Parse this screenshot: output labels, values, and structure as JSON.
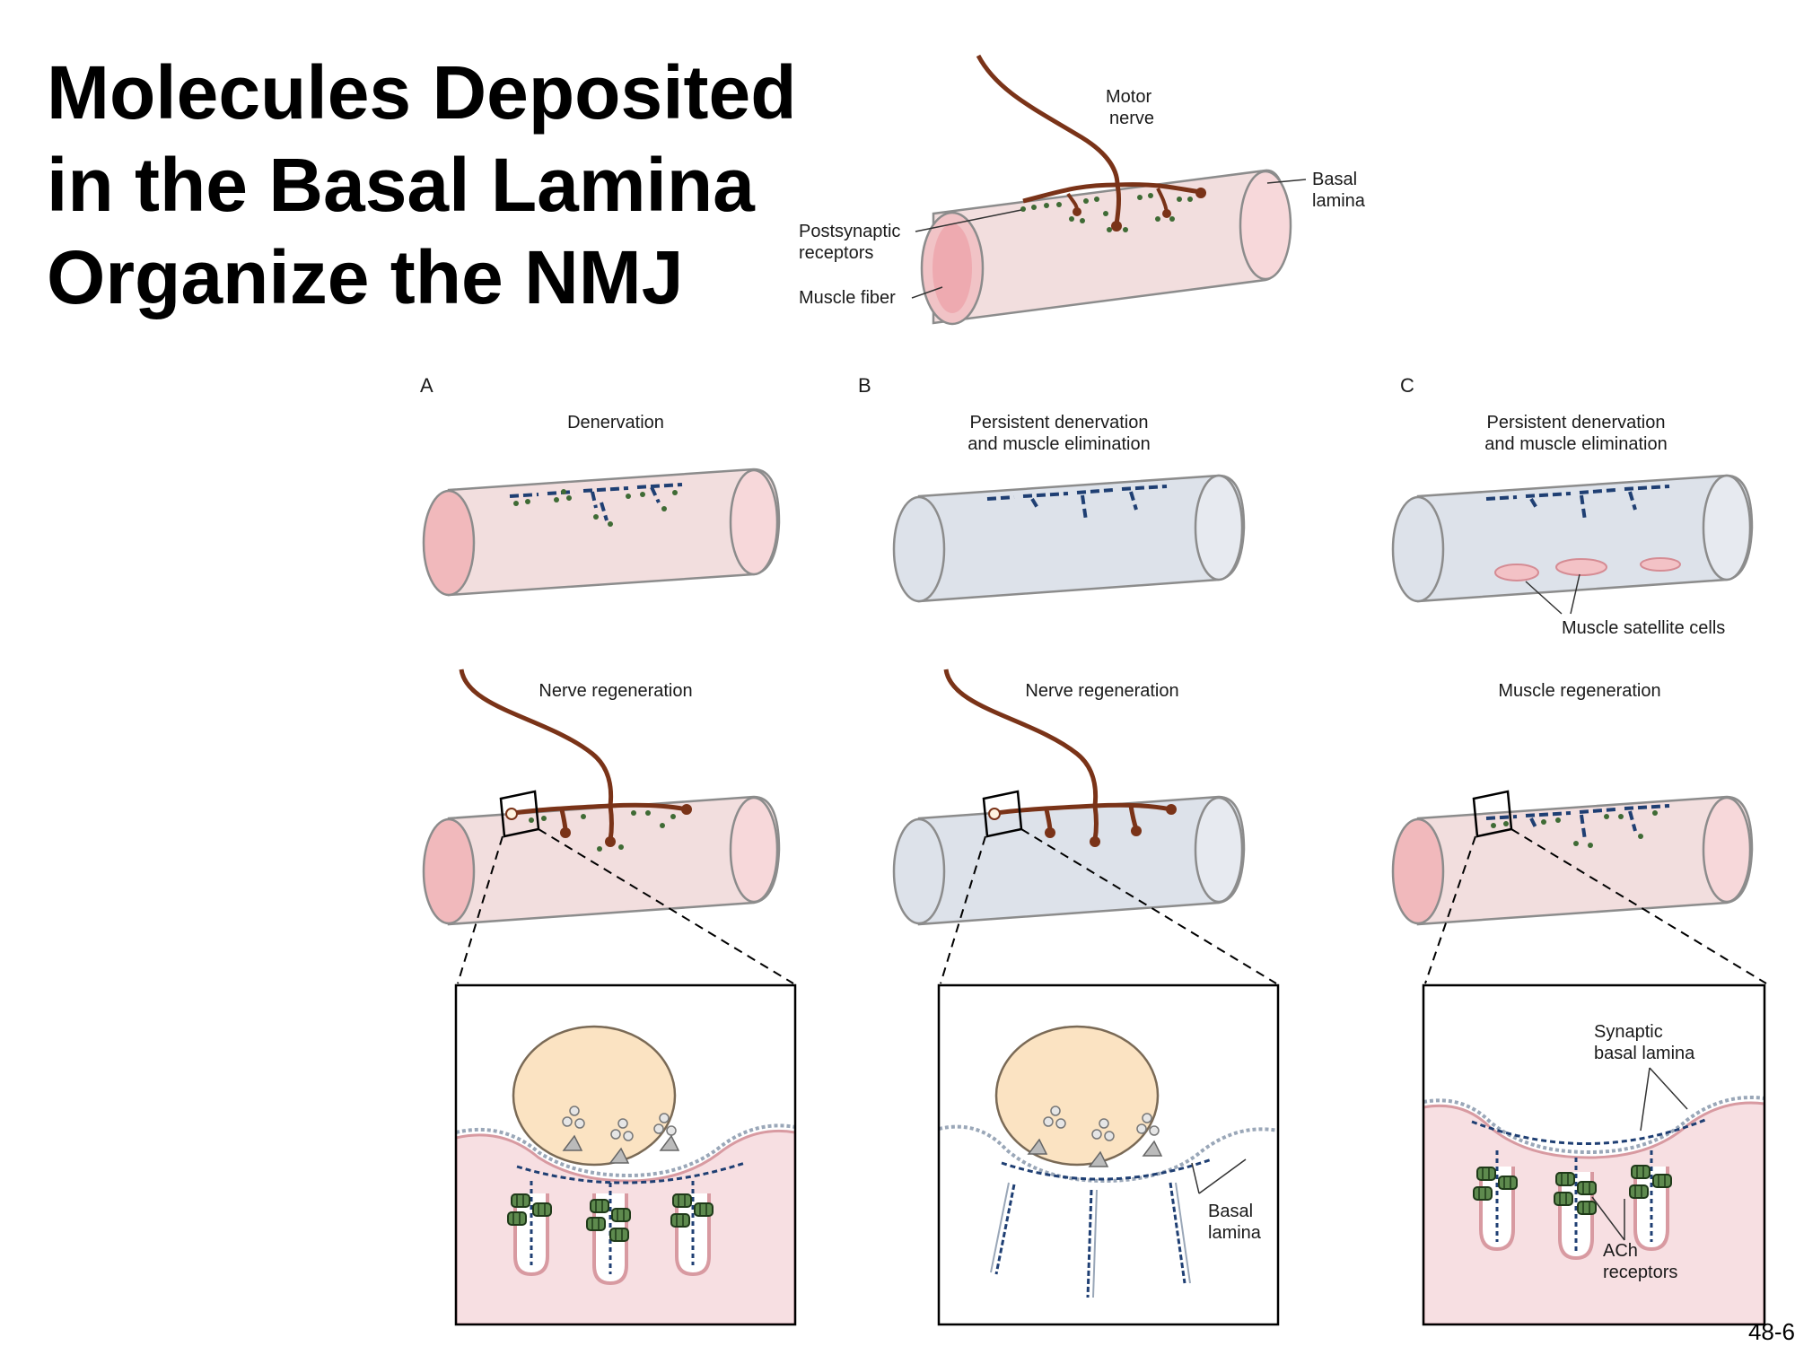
{
  "slide": {
    "title_lines": [
      "Molecules Deposited",
      "in the Basal Lamina",
      "Organize the NMJ"
    ],
    "page_number": "48-6"
  },
  "top_figure": {
    "motor_nerve_label": [
      "Motor",
      "nerve"
    ],
    "basal_lamina_label": [
      "Basal",
      "lamina"
    ],
    "postsynaptic_label": [
      "Postsynaptic",
      "receptors"
    ],
    "muscle_fiber_label": "Muscle fiber"
  },
  "panels": [
    {
      "letter": "A",
      "stage1_title": [
        "Denervation"
      ],
      "stage2_title": "Nerve regeneration"
    },
    {
      "letter": "B",
      "stage1_title": [
        "Persistent denervation",
        "and muscle elimination"
      ],
      "stage2_title": "Nerve regeneration",
      "detail_label": [
        "Basal",
        "lamina"
      ]
    },
    {
      "letter": "C",
      "stage1_title": [
        "Persistent denervation",
        "and muscle elimination"
      ],
      "stage1_annotation": "Muscle satellite cells",
      "stage2_title": "Muscle regeneration",
      "detail_label_top": [
        "Synaptic",
        "basal lamina"
      ],
      "detail_label_bottom": [
        "ACh",
        "receptors"
      ]
    }
  ],
  "colors": {
    "nerve": "#7a3318",
    "muscle_fill": "#f2dede",
    "muscle_end": "#f1b9bc",
    "empty_lamina_fill": "#dde2ea",
    "receptor_green": "#3f6b35",
    "lamina_blue": "#1f3f73",
    "terminal_fill": "#fbe3c2"
  }
}
